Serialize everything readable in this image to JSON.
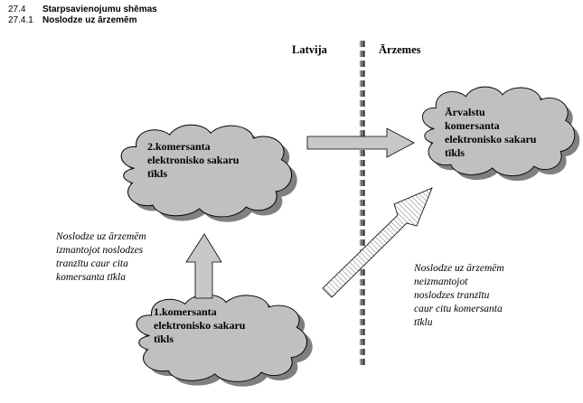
{
  "headings": [
    {
      "number": "27.4",
      "title": "Starpsavienojumu shēmas"
    },
    {
      "number": "27.4.1",
      "title": "Noslodze uz ārzemēm"
    }
  ],
  "regions": {
    "left": "Latvija",
    "right": "Ārzemes"
  },
  "clouds": {
    "operator2": [
      "2.komersanta",
      "elektronisko sakaru",
      "tīkls"
    ],
    "foreign": [
      "Ārvalstu",
      "komersanta",
      "elektronisko sakaru",
      "tīkls"
    ],
    "operator1": [
      "1.komersanta",
      "elektronisko sakaru",
      "tīkls"
    ]
  },
  "notes": {
    "via_transit": [
      "Noslodze uz ārzemēm",
      "izmantojot noslodzes",
      "tranzītu caur cita",
      "komersanta tīkla"
    ],
    "direct": [
      "Noslodze uz ārzemēm",
      "neizmantojot",
      "noslodzes tranzītu",
      "caur citu komersanta",
      "tīklu"
    ]
  },
  "colors": {
    "cloud_fill": "#c0c0c0",
    "cloud_shadow": "#808080",
    "arrow_fill": "#c8c8c8",
    "outline": "#000000"
  }
}
